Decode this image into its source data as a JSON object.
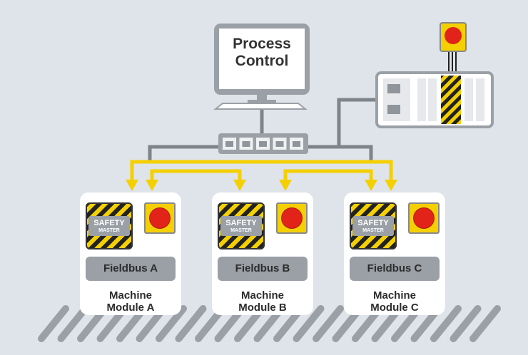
{
  "process_control": {
    "line1": "Process",
    "line2": "Control"
  },
  "modules": [
    {
      "fieldbus": "Fieldbus A",
      "name_line1": "Machine",
      "name_line2": "Module A"
    },
    {
      "fieldbus": "Fieldbus B",
      "name_line1": "Machine",
      "name_line2": "Module B"
    },
    {
      "fieldbus": "Fieldbus C",
      "name_line1": "Machine",
      "name_line2": "Module C"
    }
  ],
  "safety_master": {
    "line1": "SAFETY",
    "line2": "MASTER"
  },
  "colors": {
    "background": "#dfe3ea",
    "cable": "#7f8488",
    "safety_link": "#f4d000",
    "estop": "#e2231a",
    "hazard_stripe": "#222222"
  },
  "icons": [
    "monitor-icon",
    "keyboard-icon",
    "network-switch-icon",
    "controller-rack-icon",
    "emergency-stop-icon",
    "conveyor-icon"
  ]
}
